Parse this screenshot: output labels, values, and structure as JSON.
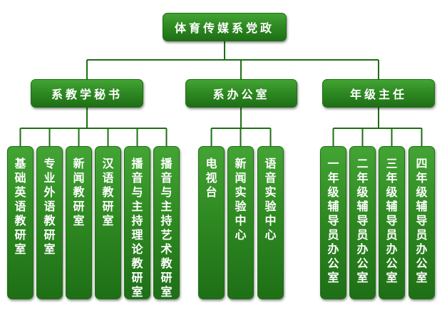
{
  "root": {
    "label": "体育传媒系党政"
  },
  "branches": [
    {
      "label": "系教学秘书",
      "children": [
        "基础英语教研室",
        "专业外语教研室",
        "新闻教研室",
        "汉语教研室",
        "播音与主持理论教研室",
        "播音与主持艺术教研室"
      ]
    },
    {
      "label": "系办公室",
      "children": [
        "电视台",
        "新闻实验中心",
        "语音实验中心"
      ]
    },
    {
      "label": "年级主任",
      "children": [
        "一年级辅导员办公室",
        "二年级辅导员办公室",
        "三年级辅导员办公室",
        "四年级辅导员办公室"
      ]
    }
  ],
  "colors": {
    "line": "#1e6e14",
    "box_top": "#43a434",
    "box_bottom": "#1e6f16",
    "text": "#ffffff"
  }
}
